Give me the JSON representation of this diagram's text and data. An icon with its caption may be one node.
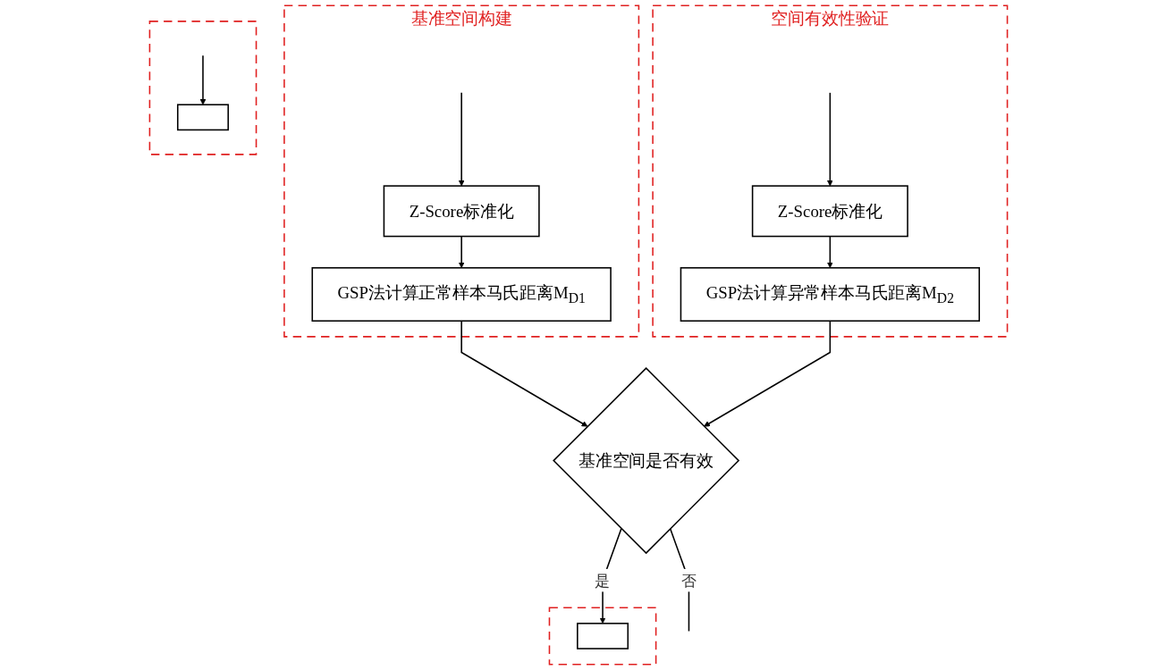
{
  "diagram": {
    "nodes": [
      {
        "text": [
          "基准空间构建"
        ]
      },
      {
        "text": [
          "Z-Score标准化"
        ],
        "in": 0
      },
      {
        "text": [
          "GSP法计算正常样本马氏距离M$_{D1}$"
        ],
        "in": 0
      },
      {
        "text": [
          "空间有效性验证"
        ]
      },
      {
        "text": [
          "Z-Score标准化"
        ],
        "in": 3
      },
      {
        "text": [
          "GSP法计算异常样本马氏距离M$_{D2}$"
        ],
        "in": 3
      },
      {
        "text": [
          "基准空间是否有效"
        ]
      },
      {
        "text": [],
        "shape": "box"
      },
      {
        "text": [],
        "shape": "box",
        "in": 7
      },
      {
        "text": [],
        "shape": "box"
      },
      {
        "text": [],
        "shape": "box",
        "in": 9
      }
    ],
    "edges": [
      {
        "from": null,
        "to": 1,
        "arrow": "to"
      },
      {
        "from": 1,
        "to": 2,
        "arrow": "to"
      },
      {
        "from": null,
        "to": 4,
        "arrow": "to"
      },
      {
        "from": 4,
        "to": 5,
        "arrow": "to"
      },
      {
        "from": 2,
        "to": 6,
        "arrow": "to"
      },
      {
        "from": 5,
        "to": 6,
        "arrow": "to"
      },
      {
        "from": 6,
        "to": null,
        "label": "否",
        "arrow": "none"
      },
      {
        "from": 6,
        "to": 8,
        "label": "是",
        "arrow": "to"
      },
      {
        "from": null,
        "to": 10,
        "arrow": "to"
      }
    ]
  }
}
